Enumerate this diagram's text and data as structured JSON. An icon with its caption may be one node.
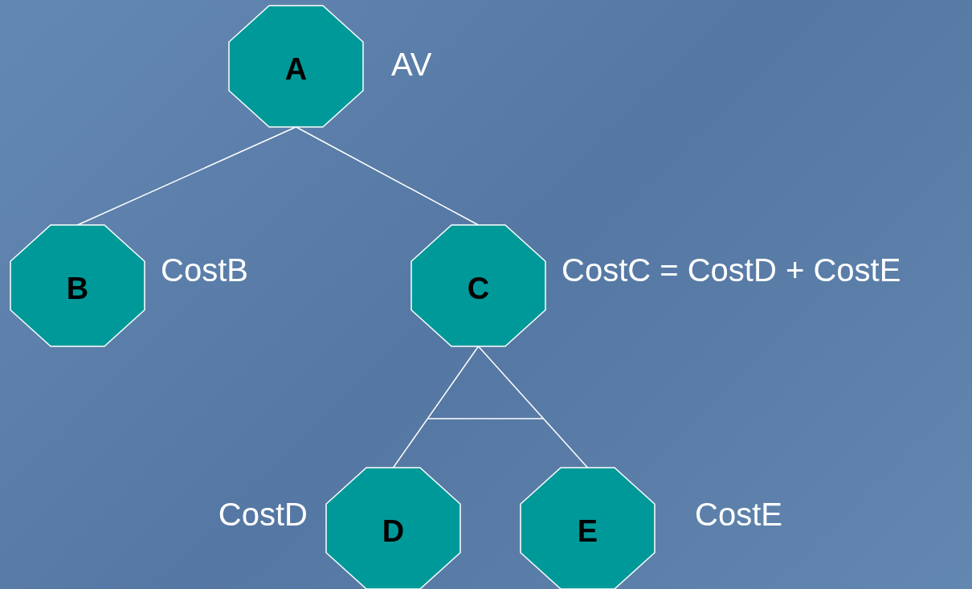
{
  "diagram": {
    "nodes": [
      {
        "text": [
          "A"
        ],
        "beside": [
          "AV"
        ]
      },
      {
        "text": [
          "B"
        ],
        "beside": [
          "CostB"
        ]
      },
      {
        "text": [
          "C"
        ],
        "beside": [
          "CostC = CostD + CostE"
        ]
      },
      {
        "text": [
          "D"
        ],
        "beside": [
          "CostD"
        ]
      },
      {
        "text": [
          "E"
        ],
        "beside": [
          "CostE"
        ]
      }
    ],
    "edges": [
      {
        "from": 0,
        "to": 1,
        "arrow": "none"
      },
      {
        "from": 0,
        "to": 2,
        "arrow": "none"
      },
      {
        "from": 2,
        "to": 3,
        "arrow": "none"
      },
      {
        "from": 2,
        "to": 4,
        "arrow": "none"
      }
    ]
  }
}
